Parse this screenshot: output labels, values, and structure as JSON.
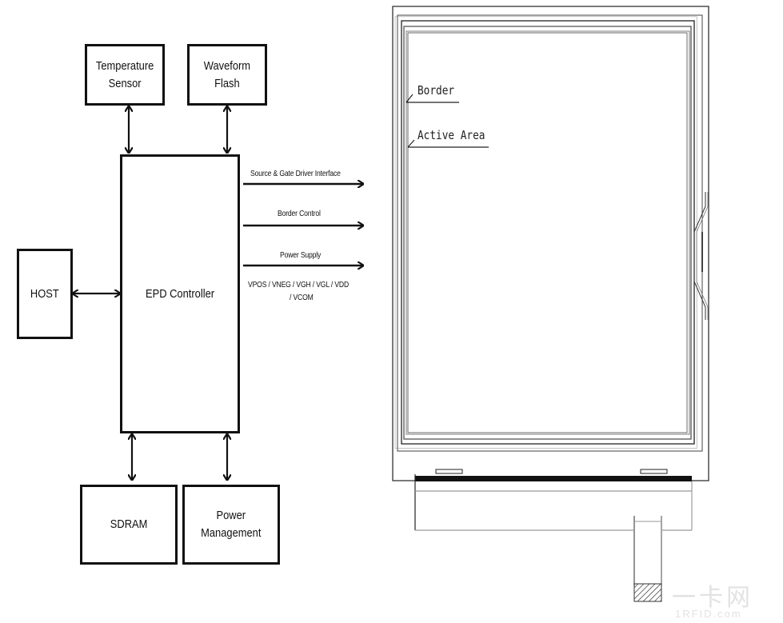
{
  "block_diagram": {
    "blocks": {
      "temperature_sensor": "Temperature\nSensor",
      "waveform_flash": "Waveform\nFlash",
      "epd_controller": "EPD Controller",
      "host": "HOST",
      "sdram": "SDRAM",
      "power_management": "Power\nManagement"
    },
    "signals": {
      "source_gate": "Source & Gate Driver Interface",
      "border_control": "Border Control",
      "power_supply": "Power Supply",
      "power_rails_line1": "VPOS / VNEG / VGH / VGL / VDD",
      "power_rails_line2": "/ VCOM"
    }
  },
  "display_drawing": {
    "labels": {
      "border": "Border",
      "active_area": "Active Area"
    }
  },
  "watermark": {
    "cjk": "一卡网",
    "latin": "1RFID.com"
  }
}
